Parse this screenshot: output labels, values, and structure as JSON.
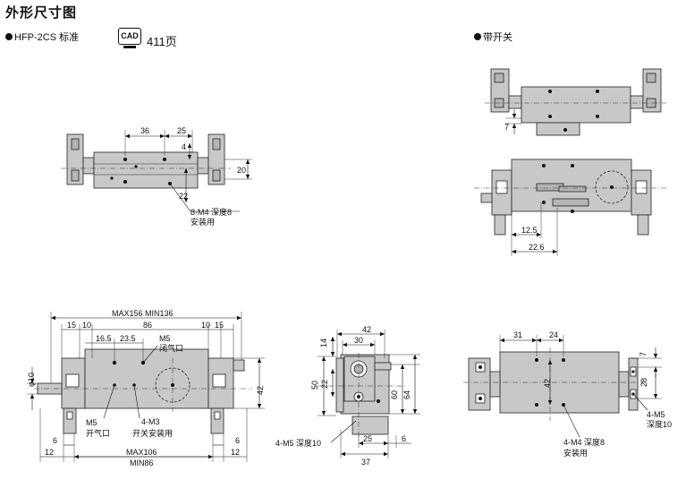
{
  "title": "外形尺寸图",
  "standard_label": "HFP-2CS 标准",
  "cad_icon_text": "CAD",
  "cad_page": "411页",
  "switch_label": "带开关",
  "top_view": {
    "dim_36": "36",
    "dim_25": "25",
    "dim_4": "4",
    "dim_20": "20",
    "dim_22": "22",
    "callout_line1": "8-M4 深度8",
    "callout_line2": "安装用"
  },
  "front_view": {
    "max_min": "MAX156 MIN136",
    "dim_15a": "15",
    "dim_10a": "10",
    "dim_86": "86",
    "dim_10b": "10",
    "dim_15b": "15",
    "dim_16_5": "16.5",
    "dim_23_5": "23.5",
    "m5_top": "M5",
    "close_port": "闭气口",
    "phi10": "φ10",
    "dim_42": "42",
    "m5_bottom": "M5",
    "open_port": "开气口",
    "m3_callout": "4-M3",
    "switch_mount": "开关安装用",
    "dim_6a": "6",
    "dim_6b": "6",
    "dim_12a": "12",
    "dim_12b": "12",
    "max106": "MAX106",
    "min86": "MIN86"
  },
  "side_view": {
    "dim_42": "42",
    "dim_30": "30",
    "dim_14": "14",
    "dim_50": "50",
    "dim_22": "22",
    "dim_60": "60",
    "dim_64": "64",
    "dim_25": "25",
    "dim_6": "6",
    "dim_37": "37",
    "callout": "4-M5 深度10"
  },
  "switch_view": {
    "dim_7": "7",
    "dim_12_5": "12.5",
    "dim_22_6": "22.6"
  },
  "bottom_view": {
    "dim_31": "31",
    "dim_24": "24",
    "dim_7": "7",
    "dim_42": "42",
    "dim_28": "28",
    "m5_callout_line1": "4-M5",
    "m5_callout_line2": "深度10",
    "m4_callout_line1": "4-M4 深度8",
    "m4_callout_line2": "安装用"
  }
}
